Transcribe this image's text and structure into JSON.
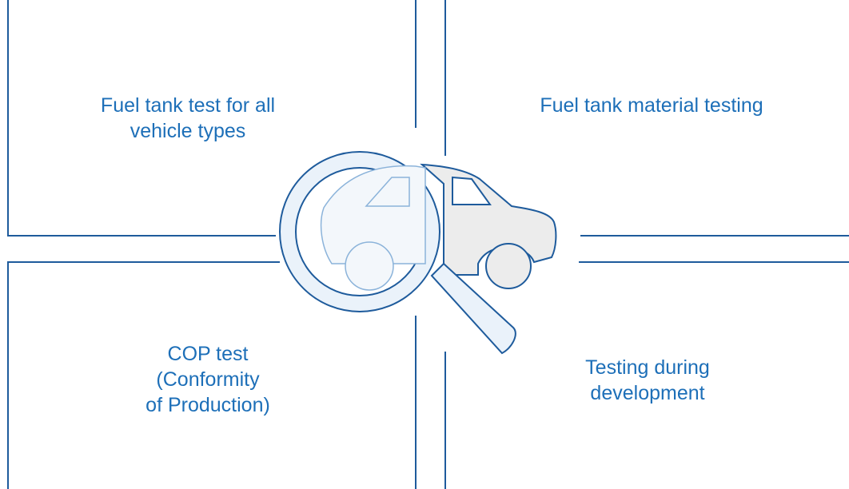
{
  "colors": {
    "frame": "#1e5b9c",
    "text": "#1d6fb8",
    "magnifier_stroke": "#8bb3da",
    "lens_fill": "#eaf2fa",
    "car_fill": "#ececec",
    "car_stroke": "#1e5b9c"
  },
  "quadrants": {
    "top_left": {
      "lines": [
        "Fuel tank test for all",
        "vehicle types"
      ]
    },
    "top_right": {
      "lines": [
        "Fuel tank material testing"
      ]
    },
    "bottom_left": {
      "lines": [
        "COP test",
        "(Conformity",
        "of Production)"
      ]
    },
    "bottom_right": {
      "lines": [
        "Testing during",
        "development"
      ]
    }
  },
  "center_graphic": {
    "icon": "magnifier-over-car-icon"
  }
}
